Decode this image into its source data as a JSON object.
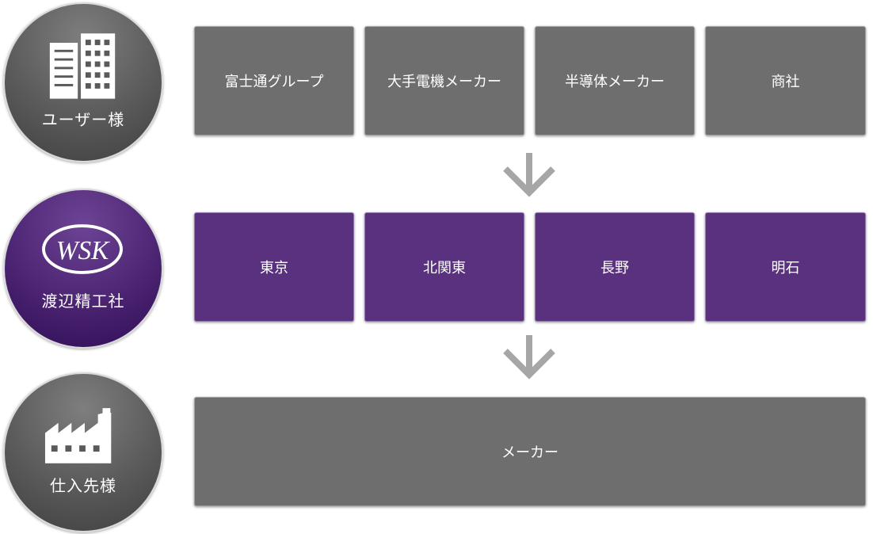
{
  "rows": [
    {
      "label": "ユーザー様",
      "icon": "building-icon",
      "boxes": [
        "富士通グループ",
        "大手電機メーカー",
        "半導体メーカー",
        "商社"
      ]
    },
    {
      "label": "渡辺精工社",
      "icon": "wsk-logo",
      "logo_text": "WSK",
      "boxes": [
        "東京",
        "北関東",
        "長野",
        "明石"
      ]
    },
    {
      "label": "仕入先様",
      "icon": "factory-icon",
      "boxes": [
        "メーカー"
      ]
    }
  ],
  "colors": {
    "gray_box": "#6e6e6e",
    "purple_box": "#5a317f",
    "arrow": "#a6a6a6"
  }
}
